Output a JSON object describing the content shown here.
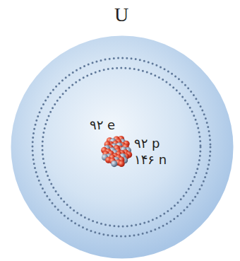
{
  "diagram": {
    "title": "U",
    "nodes": [
      {
        "text": [
          "۹۲ e"
        ]
      }
    ],
    "labels": [
      "۹۲ p",
      "۱۴۶ n"
    ]
  }
}
